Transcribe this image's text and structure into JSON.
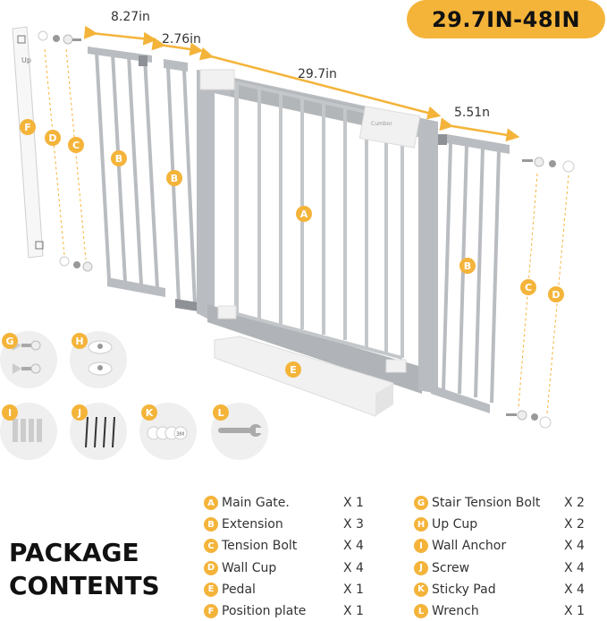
{
  "size_range": "29.7IN-48IN",
  "dimensions": {
    "ext_a": "8.27in",
    "ext_b": "2.76in",
    "gate": "29.7in",
    "ext_c": "5.51n"
  },
  "plate_text": "Up",
  "brand_text": "Cumbor",
  "sticky_pad_text": "3M",
  "heading": {
    "line1": "PACKAGE",
    "line2": "CONTENTS"
  },
  "diagram_labels": {
    "a": "A",
    "b1": "B",
    "b2": "B",
    "b3": "B",
    "c1": "C",
    "c2": "C",
    "d1": "D",
    "d2": "D",
    "e": "E",
    "f": "F",
    "g": "G",
    "h": "H",
    "i": "I",
    "j": "J",
    "k": "K",
    "l": "L"
  },
  "contents_left": [
    {
      "letter": "A",
      "name": "Main Gate.",
      "qty": "X 1"
    },
    {
      "letter": "B",
      "name": "Extension",
      "qty": "X 3"
    },
    {
      "letter": "C",
      "name": "Tension Bolt",
      "qty": "X 4"
    },
    {
      "letter": "D",
      "name": "Wall Cup",
      "qty": "X 4"
    },
    {
      "letter": "E",
      "name": "Pedal",
      "qty": "X 1"
    },
    {
      "letter": "F",
      "name": "Position plate",
      "qty": "X 1"
    }
  ],
  "contents_right": [
    {
      "letter": "G",
      "name": "Stair Tension Bolt",
      "qty": "X 2"
    },
    {
      "letter": "H",
      "name": "Up Cup",
      "qty": "X 2"
    },
    {
      "letter": "I",
      "name": "Wall Anchor",
      "qty": "X 4"
    },
    {
      "letter": "J",
      "name": "Screw",
      "qty": "X 4"
    },
    {
      "letter": "K",
      "name": "Sticky Pad",
      "qty": "X 4"
    },
    {
      "letter": "L",
      "name": "Wrench",
      "qty": "X 1"
    }
  ],
  "colors": {
    "accent": "#f4b43a",
    "metal": "#b9bcc0",
    "metal_dark": "#8e9196",
    "white_part": "#f1f1f1"
  }
}
